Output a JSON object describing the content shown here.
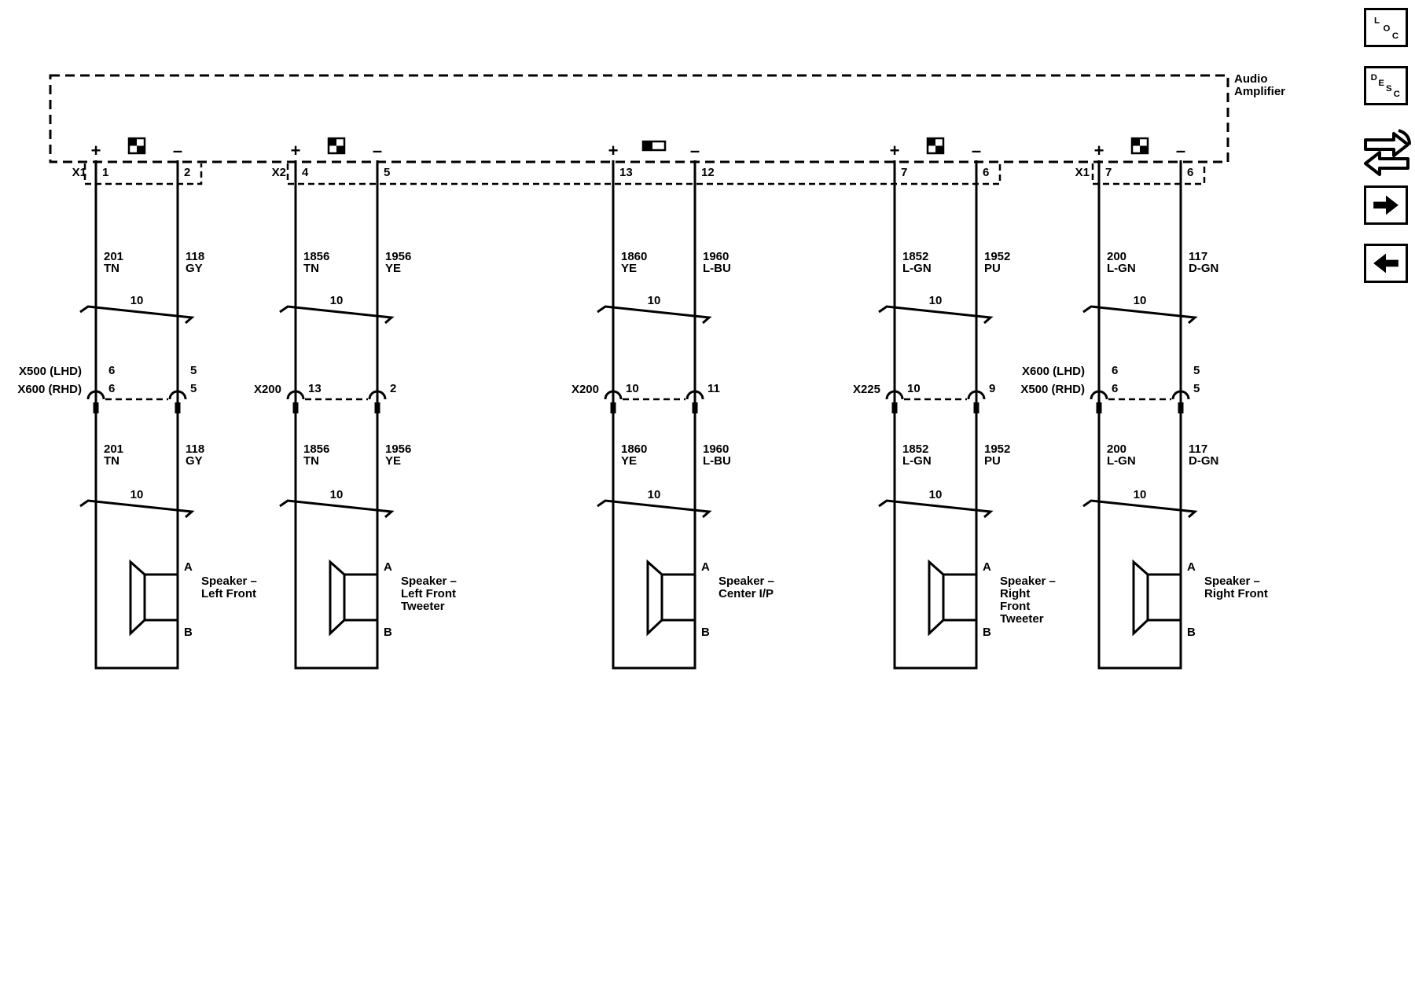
{
  "amplifier": {
    "name_line1": "Audio",
    "name_line2": "Amplifier"
  },
  "circuits": [
    {
      "amp_connector": "X1",
      "amp_pins": [
        "1",
        "2"
      ],
      "wires": [
        {
          "num": "201",
          "color": "TN"
        },
        {
          "num": "118",
          "color": "GY"
        }
      ],
      "harness_length": "10",
      "inline_labels": [
        "X500 (LHD)",
        "X600 (RHD)"
      ],
      "inline_pins_top": [
        "6",
        "5"
      ],
      "inline_pins": [
        "6",
        "5"
      ],
      "speaker_pins": [
        "A",
        "B"
      ],
      "speaker_name": [
        "Speaker –",
        "Left Front"
      ]
    },
    {
      "amp_connector": "X2",
      "amp_pins": [
        "4",
        "5"
      ],
      "wires": [
        {
          "num": "1856",
          "color": "TN"
        },
        {
          "num": "1956",
          "color": "YE"
        }
      ],
      "harness_length": "10",
      "inline_labels": [
        "X200"
      ],
      "inline_pins_top": [],
      "inline_pins": [
        "13",
        "2"
      ],
      "speaker_pins": [
        "A",
        "B"
      ],
      "speaker_name": [
        "Speaker –",
        "Left Front",
        "Tweeter"
      ]
    },
    {
      "amp_connector": "",
      "amp_pins": [
        "13",
        "12"
      ],
      "wires": [
        {
          "num": "1860",
          "color": "YE"
        },
        {
          "num": "1960",
          "color": "L-BU"
        }
      ],
      "harness_length": "10",
      "inline_labels": [
        "X200"
      ],
      "inline_pins_top": [],
      "inline_pins": [
        "10",
        "11"
      ],
      "speaker_pins": [
        "A",
        "B"
      ],
      "speaker_name": [
        "Speaker –",
        "Center I/P"
      ]
    },
    {
      "amp_connector": "",
      "amp_pins": [
        "7",
        "6"
      ],
      "wires": [
        {
          "num": "1852",
          "color": "L-GN"
        },
        {
          "num": "1952",
          "color": "PU"
        }
      ],
      "harness_length": "10",
      "inline_labels": [
        "X225"
      ],
      "inline_pins_top": [],
      "inline_pins": [
        "10",
        "9"
      ],
      "speaker_pins": [
        "A",
        "B"
      ],
      "speaker_name": [
        "Speaker –",
        "Right",
        "Front",
        "Tweeter"
      ]
    },
    {
      "amp_connector": "X1",
      "amp_pins": [
        "7",
        "6"
      ],
      "wires": [
        {
          "num": "200",
          "color": "L-GN"
        },
        {
          "num": "117",
          "color": "D-GN"
        }
      ],
      "harness_length": "10",
      "inline_labels": [
        "X600 (LHD)",
        "X500 (RHD)"
      ],
      "inline_pins_top": [
        "6",
        "5"
      ],
      "inline_pins": [
        "6",
        "5"
      ],
      "speaker_pins": [
        "A",
        "B"
      ],
      "speaker_name": [
        "Speaker –",
        "Right Front"
      ]
    }
  ],
  "polarity": {
    "plus": "+",
    "minus": "–"
  },
  "nav_buttons": {
    "loc": {
      "letters": [
        "L",
        "O",
        "C"
      ],
      "icon": "location-icon"
    },
    "desc": {
      "letters": [
        "D",
        "E",
        "S",
        "C"
      ],
      "icon": "description-icon"
    },
    "swap": {
      "icon": "swap-arrows-icon"
    },
    "next": {
      "icon": "arrow-right-icon"
    },
    "prev": {
      "icon": "arrow-left-icon"
    }
  }
}
